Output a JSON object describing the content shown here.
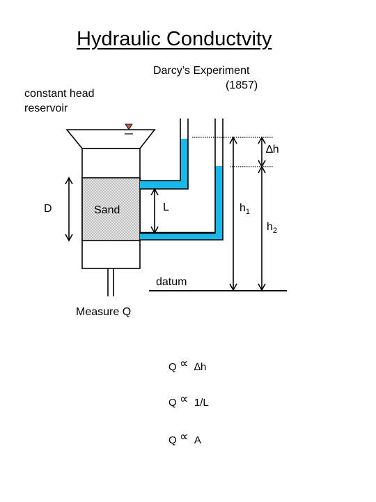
{
  "title": "Hydraulic Conductvity",
  "subtitle": {
    "line1": "Darcy’s Experiment",
    "line2": "(1857)"
  },
  "reservoir_label": {
    "line1": "constant head",
    "line2": "reservoir"
  },
  "labels": {
    "D": "D",
    "sand": "Sand",
    "L": "L",
    "delta_h": "∆h",
    "h1": "h",
    "h1_sub": "1",
    "h2": "h",
    "h2_sub": "2",
    "datum": "datum",
    "measure_q": "Measure Q"
  },
  "relations": [
    {
      "lhs": "Q",
      "symbol": "∝",
      "rhs": "∆h"
    },
    {
      "lhs": "Q",
      "symbol": "∝",
      "rhs": "1/L"
    },
    {
      "lhs": "Q",
      "symbol": "∝",
      "rhs": "A"
    }
  ],
  "colors": {
    "water": "#19b8e8",
    "sand_bg": "#d8d8d8",
    "water_level_marker": "#b05a4a",
    "line": "#000000"
  }
}
